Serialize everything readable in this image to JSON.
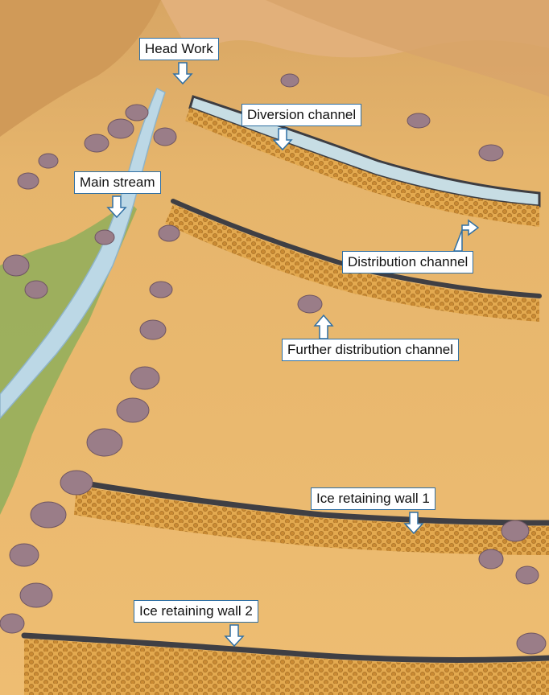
{
  "labels": {
    "head_work": "Head Work",
    "diversion_channel": "Diversion channel",
    "main_stream": "Main stream",
    "distribution_channel": "Distribution channel",
    "further_distribution_channel": "Further distribution channel",
    "ice_wall_1": "Ice retaining wall 1",
    "ice_wall_2": "Ice retaining wall 2"
  },
  "colors": {
    "sand": "#e8b66a",
    "mountain": "#d9a460",
    "stream": "#bcd8e6",
    "grass": "#7fa653",
    "boulder": "#9a7d88",
    "wall_dark": "#4a4a4e",
    "stone_band": "#d49a3e",
    "callout_border": "#2f6fa3"
  }
}
